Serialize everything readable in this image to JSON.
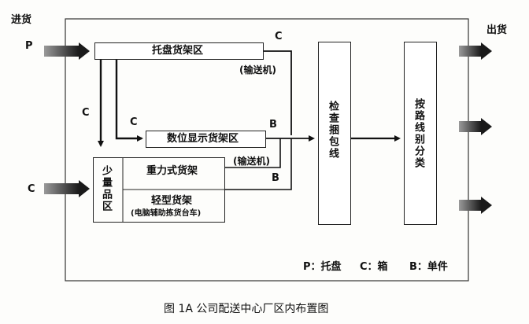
{
  "labels": {
    "inbound": "进货",
    "outbound": "出货",
    "p_in": "P",
    "c_in": "C",
    "flow_c_top": "C",
    "flow_c_left": "C",
    "flow_c_mid": "C",
    "flow_b_mid": "B",
    "flow_b_low": "B",
    "conveyor_top": "(输送机)",
    "conveyor_mid": "(输送机)"
  },
  "boxes": {
    "pallet_rack": "托盘货架区",
    "digital_rack": "数位显示货架区",
    "small_qty_zone": "少量品区",
    "gravity_rack": "重力式货架",
    "light_rack": "轻型货架",
    "light_rack_note": "(电脑辅助拣货台车)",
    "inspect_pack": "检查捆包线",
    "route_sort": "按路线别分类"
  },
  "legend": {
    "p": "P：托盘",
    "c": "C：箱",
    "b": "B：单件"
  },
  "caption": "图 1A 公司配送中心厂区内布置图"
}
